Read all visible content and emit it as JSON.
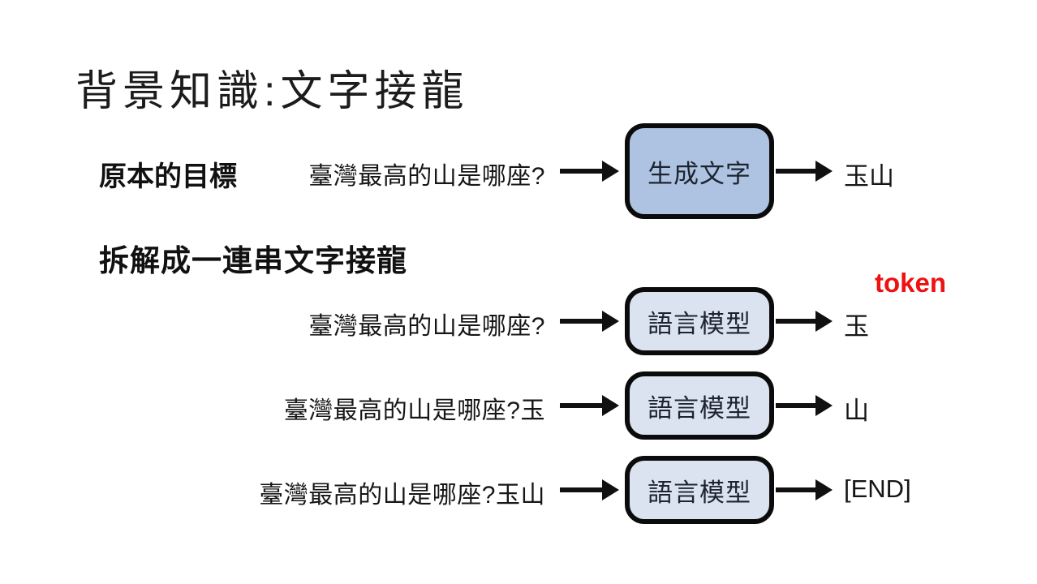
{
  "slide": {
    "title": "背景知識:文字接龍",
    "original_goal_label": "原本的目標",
    "decompose_label": "拆解成一連串文字接龍",
    "token_label": "token",
    "rows": [
      {
        "input": "臺灣最高的山是哪座?",
        "box": "生成文字",
        "output": "玉山"
      },
      {
        "input": "臺灣最高的山是哪座?",
        "box": "語言模型",
        "output": "玉"
      },
      {
        "input": "臺灣最高的山是哪座?玉",
        "box": "語言模型",
        "output": "山"
      },
      {
        "input": "臺灣最高的山是哪座?玉山",
        "box": "語言模型",
        "output": "[END]"
      }
    ],
    "colors": {
      "box_fill_dark": "#aec3e2",
      "box_fill_light": "#dbe3f1",
      "box_border": "#0b0b0b",
      "token_red": "#ee1111",
      "text": "#1a1a1a"
    }
  }
}
